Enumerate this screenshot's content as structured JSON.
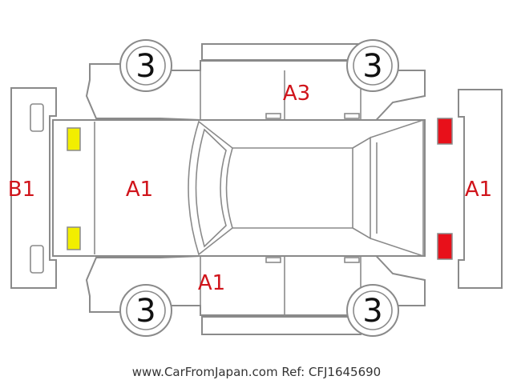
{
  "colors": {
    "damage_code": "#d0141b",
    "amber_lamp": "#f2ee00",
    "red_lamp": "#e8101a",
    "outline": "#8a8a8a"
  },
  "wheels": {
    "front_left": "3",
    "front_right": "3",
    "rear_left": "3",
    "rear_right": "3"
  },
  "damage_codes": {
    "hood": "A1",
    "roof_right_doors": "A3",
    "left_doors": "A1",
    "front_bumper": "B1",
    "rear_bumper": "A1"
  },
  "footer": "www.CarFromJapan.com Ref: CFJ1645690"
}
